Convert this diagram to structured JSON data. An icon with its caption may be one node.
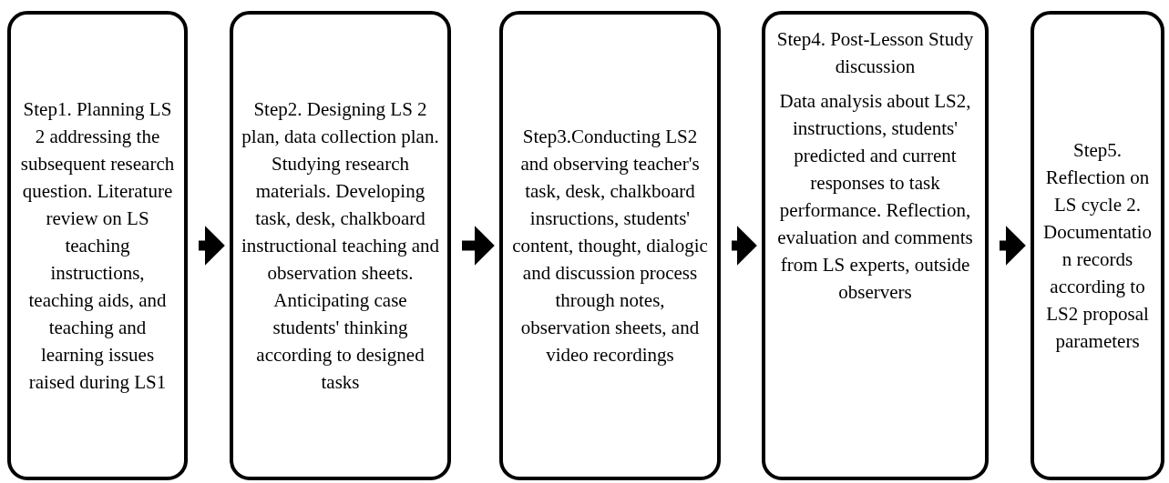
{
  "diagram": {
    "nodes": [
      {
        "text": [
          "Step1. Planning LS 2 addressing the subsequent research question. Literature review on LS teaching instructions, teaching aids, and teaching and learning issues raised during LS1"
        ]
      },
      {
        "text": [
          "Step2. Designing LS 2 plan, data collection plan. Studying research materials. Developing task, desk, chalkboard instructional teaching and observation sheets. Anticipating case students' thinking according to designed tasks"
        ]
      },
      {
        "text": [
          "Step3.Conducting LS2 and observing teacher's task, desk, chalkboard insructions, students' content, thought, dialogic and discussion process through notes, observation sheets, and video recordings"
        ]
      },
      {
        "text": [
          "Step4. Post-Lesson Study discussion",
          "Data analysis about LS2, instructions, students' predicted and current responses to task performance. Reflection, evaluation and comments from LS experts, outside observers"
        ]
      },
      {
        "text": [
          "Step5. Reflection on LS cycle 2. Documentation records according to LS2 proposal parameters"
        ]
      }
    ],
    "edges": [
      {
        "from": 0,
        "to": 1,
        "arrow": "to"
      },
      {
        "from": 1,
        "to": 2,
        "arrow": "to"
      },
      {
        "from": 2,
        "to": 3,
        "arrow": "to"
      },
      {
        "from": 3,
        "to": 4,
        "arrow": "to"
      }
    ]
  }
}
